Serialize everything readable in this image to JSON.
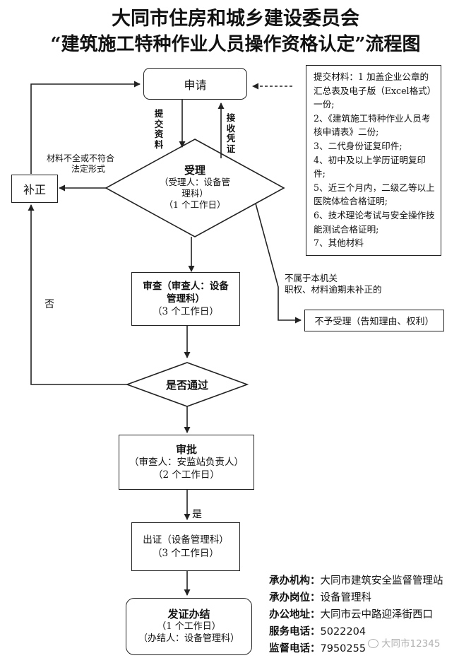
{
  "title": {
    "line1": "大同市住房和城乡建设委员会",
    "line2": "“建筑施工特种作业人员操作资格认定”流程图"
  },
  "nodes": {
    "apply": "申请",
    "accept": {
      "title": "受理",
      "line1": "（受理人：设备管",
      "line2": "理科）",
      "line3": "（1 个工作日）"
    },
    "supplement": "补正",
    "review": {
      "line1": "审查（审查人：设备",
      "line2": "管理科）",
      "line3": "（3 个工作日）"
    },
    "decision": "是否通过",
    "approve": {
      "title": "审批",
      "line1": "（审查人：安监站负责人）",
      "line2": "（2 个工作日）"
    },
    "certify": {
      "line1": "出证（设备管理科）",
      "line2": "（3 个工作日）"
    },
    "issue": {
      "title": "发证办结",
      "line1": "（1 个工作日）",
      "line2": "（办结人：设备管理科）"
    },
    "reject": "不予受理（告知理由、权利）"
  },
  "labels": {
    "submit": "提交资料",
    "receive": "接收凭证",
    "incomplete_line1": "材料不全或不符合",
    "incomplete_line2": "法定形式",
    "no": "否",
    "yes": "是",
    "reject_line1": "不属于本机关",
    "reject_line2": "职权、材料逾期未补正的"
  },
  "materials": [
    "提交材料：1 加盖企业公章的汇总表及电子版（Excel格式）一份;",
    "2、《建筑施工特种作业人员考核申请表》二份;",
    "3、二代身份证复印件;",
    "4、初中及以上学历证明复印件;",
    "5、近三个月内，二级乙等以上医院体检合格证明;",
    "6、技术理论考试与安全操作技能测试合格证明;",
    "7、其他材料"
  ],
  "contact": {
    "org_label": "承办机构：",
    "org": "大同市建筑安全监督管理站",
    "post_label": "承办岗位：",
    "post": "设备管理科",
    "addr_label": "办公地址：",
    "addr": "大同市云中路迎泽街西口",
    "phone_label": "服务电话：",
    "phone": "5022204",
    "supervise_label": "监督电话：",
    "supervise": "7950255"
  },
  "watermark": "大同市12345"
}
